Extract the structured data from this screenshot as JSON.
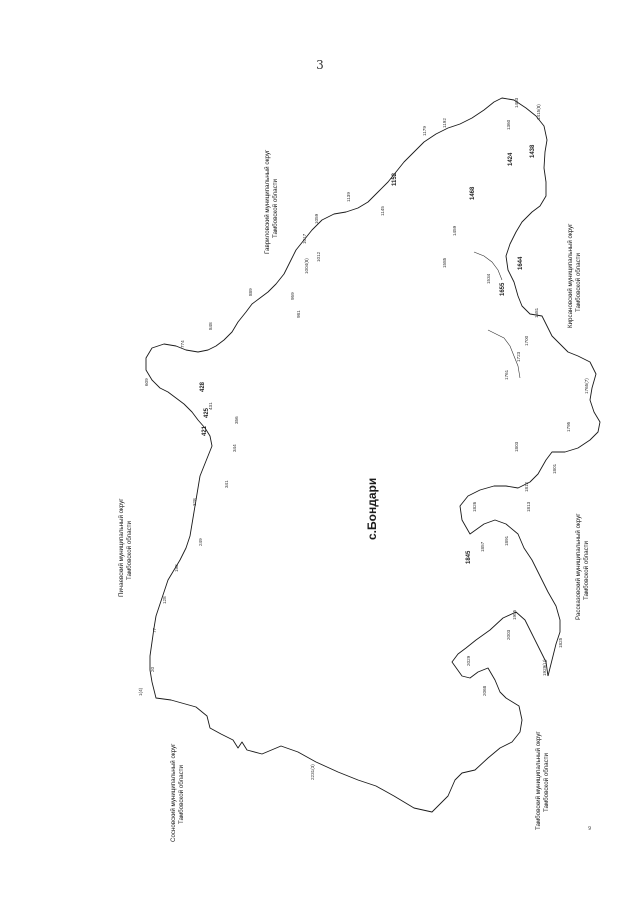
{
  "page": {
    "number": "3",
    "corner_mark": "9"
  },
  "settlement": {
    "name": "с.Бондари"
  },
  "districts": [
    {
      "id": "pichaevsky",
      "line1": "Пичаевский муниципальный округ",
      "line2": "Тамбовской области"
    },
    {
      "id": "gavrilovsky",
      "line1": "Гавриловский муниципальный округ",
      "line2": "Тамбовской области"
    },
    {
      "id": "kirsanovsky",
      "line1": "Кирсановский муниципальный округ",
      "line2": "Тамбовской области"
    },
    {
      "id": "rasskazovsky",
      "line1": "Рассказовский муниципальный округ",
      "line2": "Тамбовской области"
    },
    {
      "id": "tambovsky",
      "line1": "Тамбовский муниципальный округ",
      "line2": "Тамбовской области"
    },
    {
      "id": "sosnovsky",
      "line1": "Сосновский муниципальный округ",
      "line2": "Тамбовской области"
    }
  ],
  "vertex_labels": [
    {
      "id": "v1",
      "text": "1(4)"
    },
    {
      "id": "v20",
      "text": "20"
    },
    {
      "id": "v77",
      "text": "77"
    },
    {
      "id": "v128",
      "text": "128"
    },
    {
      "id": "v198",
      "text": "198"
    },
    {
      "id": "v249",
      "text": "249"
    },
    {
      "id": "v328",
      "text": "328"
    },
    {
      "id": "v341",
      "text": "341"
    },
    {
      "id": "v344",
      "text": "344"
    },
    {
      "id": "v356",
      "text": "356"
    },
    {
      "id": "v421",
      "text": "421"
    },
    {
      "id": "v425",
      "text": "425"
    },
    {
      "id": "v428",
      "text": "428"
    },
    {
      "id": "v431",
      "text": "431"
    },
    {
      "id": "v609",
      "text": "609"
    },
    {
      "id": "v774",
      "text": "774"
    },
    {
      "id": "v848",
      "text": "848"
    },
    {
      "id": "v889",
      "text": "889"
    },
    {
      "id": "v959",
      "text": "959"
    },
    {
      "id": "v981",
      "text": "981"
    },
    {
      "id": "v1004",
      "text": "1004(8)"
    },
    {
      "id": "v1012",
      "text": "1012"
    },
    {
      "id": "v1017",
      "text": "1017"
    },
    {
      "id": "v1059",
      "text": "1059"
    },
    {
      "id": "v1139",
      "text": "1139"
    },
    {
      "id": "v1145",
      "text": "1145"
    },
    {
      "id": "v1152",
      "text": "1152"
    },
    {
      "id": "v1179",
      "text": "1179"
    },
    {
      "id": "v1192",
      "text": "1192"
    },
    {
      "id": "v1360",
      "text": "1360"
    },
    {
      "id": "v1403",
      "text": "1403"
    },
    {
      "id": "v1415",
      "text": "1415(8)"
    },
    {
      "id": "v1424",
      "text": "1424"
    },
    {
      "id": "v1438",
      "text": "1438"
    },
    {
      "id": "v1459",
      "text": "1459"
    },
    {
      "id": "v1468",
      "text": "1468"
    },
    {
      "id": "v1534",
      "text": "1534"
    },
    {
      "id": "v1585",
      "text": "1585"
    },
    {
      "id": "v1644",
      "text": "1644"
    },
    {
      "id": "v1655",
      "text": "1655"
    },
    {
      "id": "v1681",
      "text": "1681"
    },
    {
      "id": "v1700",
      "text": "1700"
    },
    {
      "id": "v1723",
      "text": "1723"
    },
    {
      "id": "v1761",
      "text": "1761"
    },
    {
      "id": "v1765",
      "text": "1765(7)"
    },
    {
      "id": "v1795",
      "text": "1795"
    },
    {
      "id": "v1801",
      "text": "1801"
    },
    {
      "id": "v1803",
      "text": "1803"
    },
    {
      "id": "v1812",
      "text": "1812"
    },
    {
      "id": "v1813",
      "text": "1813"
    },
    {
      "id": "v1825",
      "text": "1825"
    },
    {
      "id": "v1826",
      "text": "1826"
    },
    {
      "id": "v1845",
      "text": "1845"
    },
    {
      "id": "v1857",
      "text": "1857"
    },
    {
      "id": "v1891",
      "text": "1891"
    },
    {
      "id": "v1929",
      "text": "1929(Ц)"
    },
    {
      "id": "v1955",
      "text": "1955"
    },
    {
      "id": "v2003",
      "text": "2003"
    },
    {
      "id": "v2029",
      "text": "2029"
    },
    {
      "id": "v2068",
      "text": "2068"
    },
    {
      "id": "v2231",
      "text": "2231(3)"
    }
  ]
}
